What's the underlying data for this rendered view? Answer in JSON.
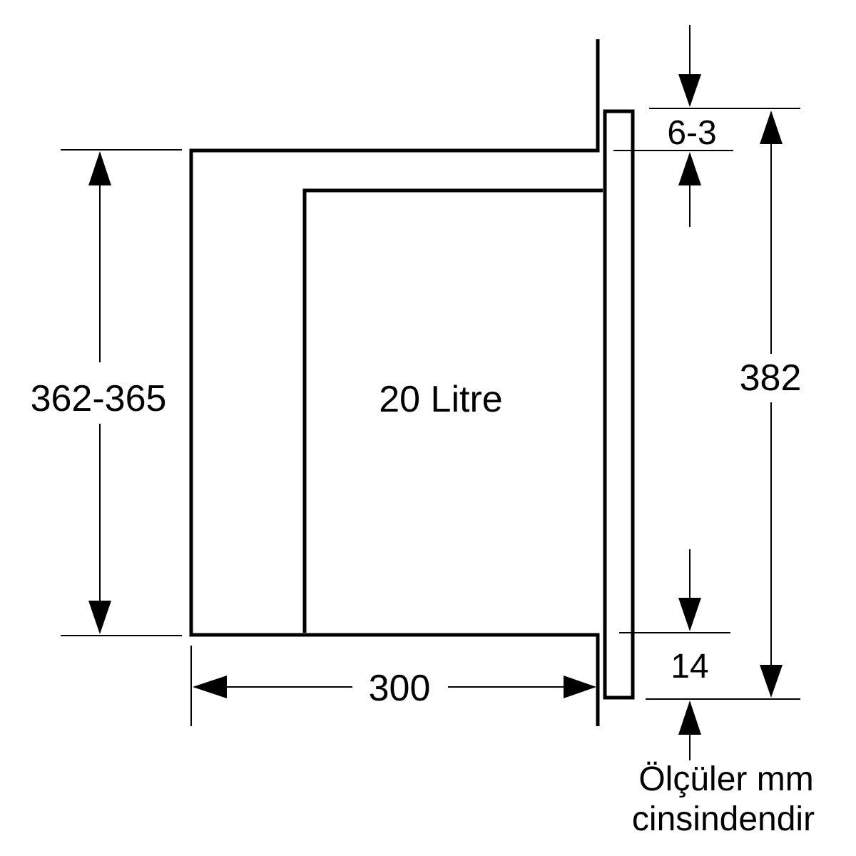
{
  "diagram": {
    "cabinet_depth_label": "300",
    "niche_height_label": "362-365",
    "appliance_height_label": "382",
    "top_offset_label": "6-3",
    "bottom_offset_label": "14",
    "capacity_label": "20 Litre",
    "units_note_line1": "Ölçüler mm",
    "units_note_line2": "cinsindendir"
  }
}
